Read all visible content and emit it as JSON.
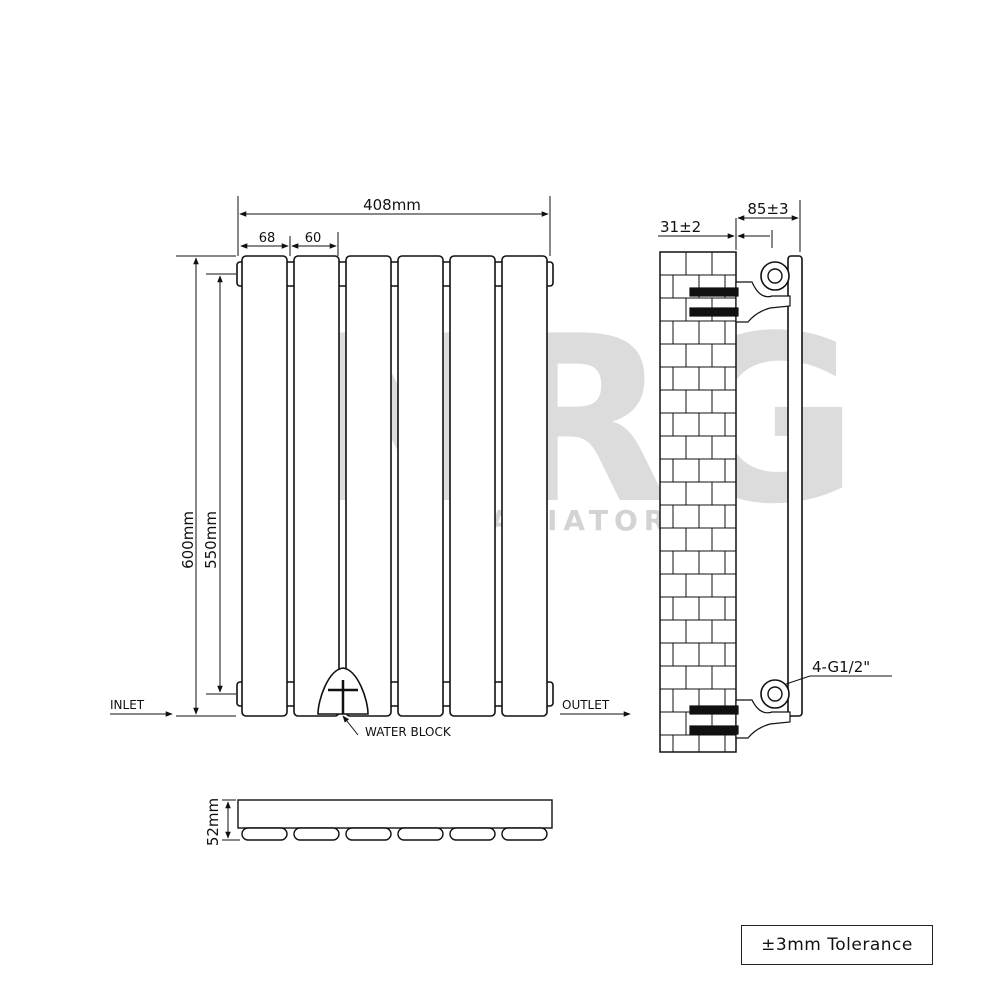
{
  "watermark": {
    "brand": "NRG",
    "sub": "RADIATORS"
  },
  "front_view": {
    "overall_width": "408mm",
    "column_width": "68",
    "column_gap": "60",
    "overall_height": "600mm",
    "centres_height": "550mm",
    "inlet": "INLET",
    "outlet": "OUTLET",
    "water_block": "WATER BLOCK"
  },
  "side_view": {
    "wall_offset": "31±2",
    "projection": "85±3",
    "connections": "4-G1/2\""
  },
  "top_view": {
    "depth": "52mm"
  },
  "tolerance": {
    "symbol": "±",
    "text": "3mm Tolerance"
  }
}
